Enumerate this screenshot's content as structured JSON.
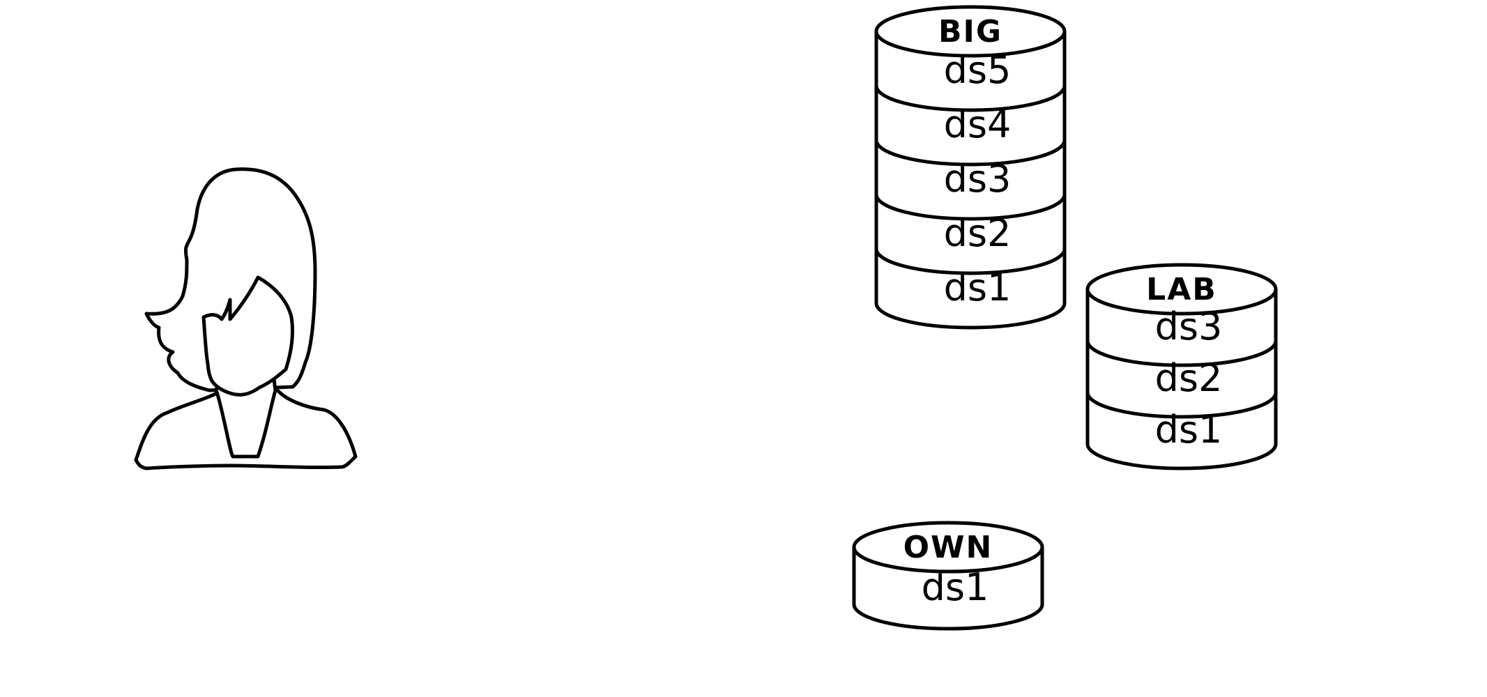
{
  "colors": {
    "background": "#ffffff",
    "stroke": "#000000"
  },
  "person": {
    "icon": "woman-user-icon"
  },
  "stacks": [
    {
      "name": "BIG",
      "layers": [
        "ds5",
        "ds4",
        "ds3",
        "ds2",
        "ds1"
      ]
    },
    {
      "name": "LAB",
      "layers": [
        "ds3",
        "ds2",
        "ds1"
      ]
    },
    {
      "name": "OWN",
      "layers": [
        "ds1"
      ]
    }
  ]
}
